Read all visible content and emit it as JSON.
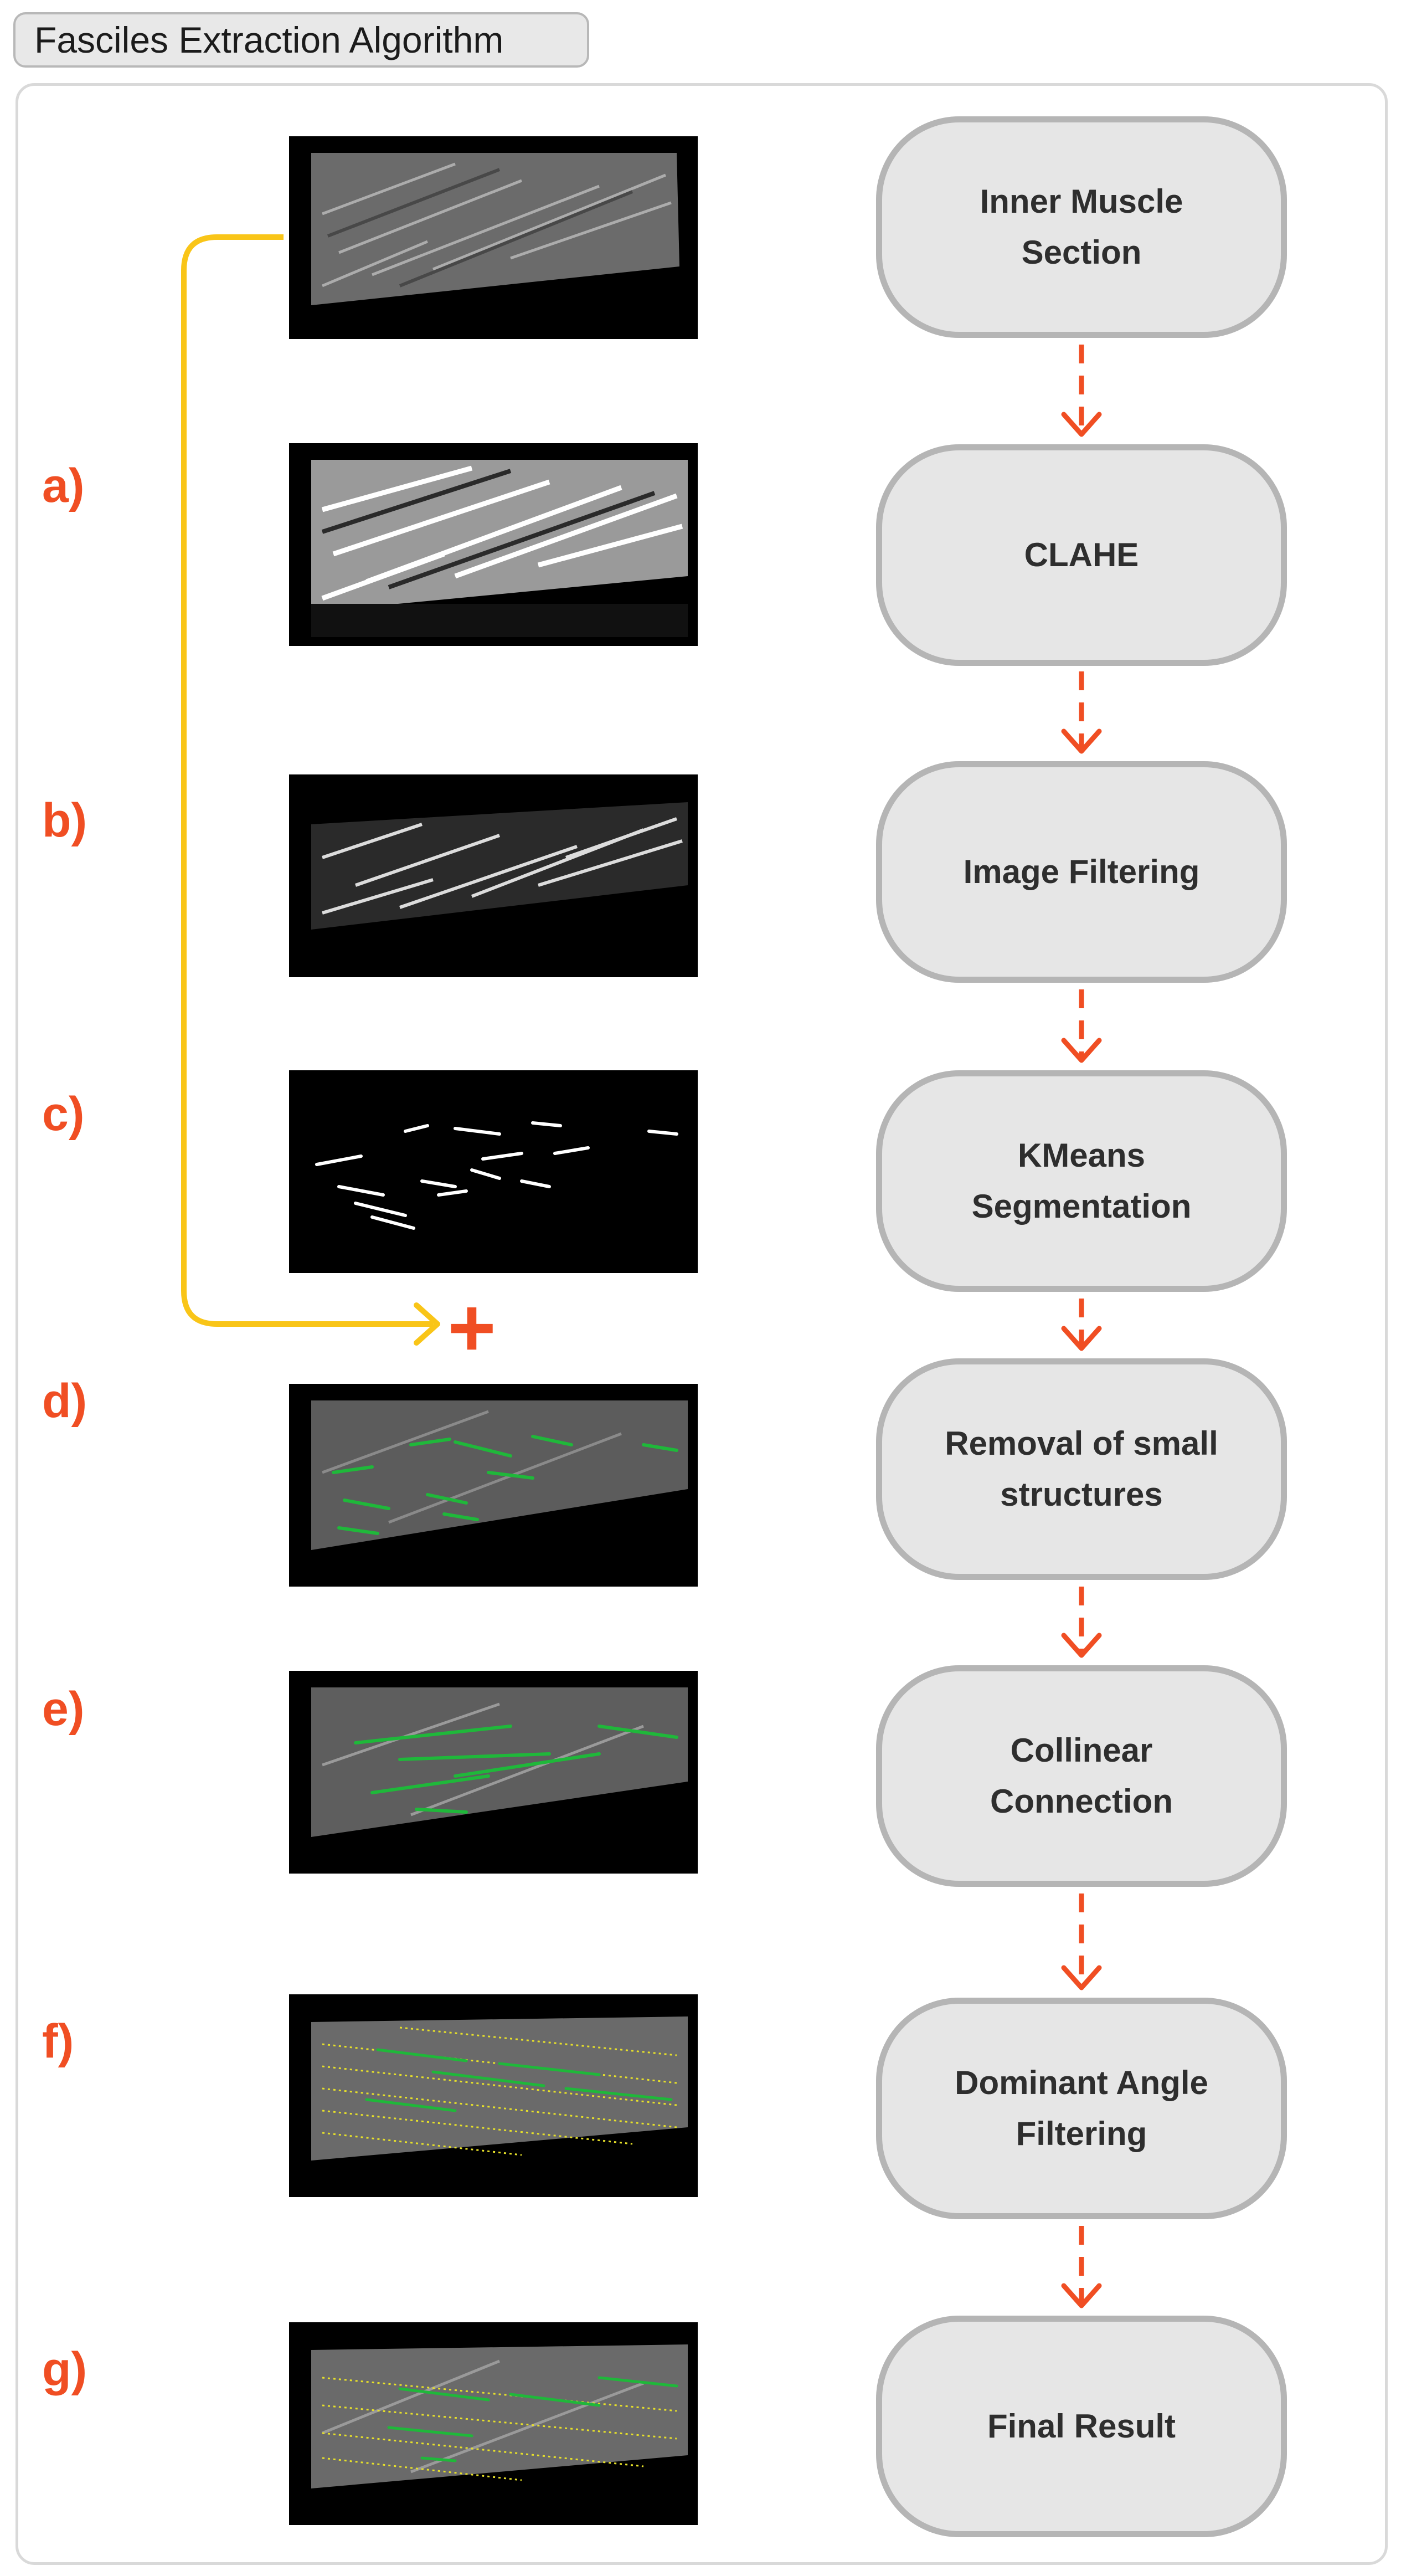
{
  "title": "Fasciles Extraction Algorithm",
  "steps": [
    {
      "label": "",
      "node": "Inner Muscle Section"
    },
    {
      "label": "a)",
      "node": "CLAHE"
    },
    {
      "label": "b)",
      "node": "Image Filtering"
    },
    {
      "label": "c)",
      "node": "KMeans Segmentation"
    },
    {
      "label": "d)",
      "node": "Removal of small structures"
    },
    {
      "label": "e)",
      "node": "Collinear Connection"
    },
    {
      "label": "f)",
      "node": "Dominant Angle Filtering"
    },
    {
      "label": "g)",
      "node": "Final Result"
    }
  ],
  "combine_symbol": "+",
  "colors": {
    "accent": "#f04e23",
    "skip_connector": "#f9c518",
    "node_fill": "#e6e6e6",
    "node_border": "#b5b5b5",
    "fascicle_green": "#1fb83a",
    "dominant_yellow": "#e6e02a"
  }
}
